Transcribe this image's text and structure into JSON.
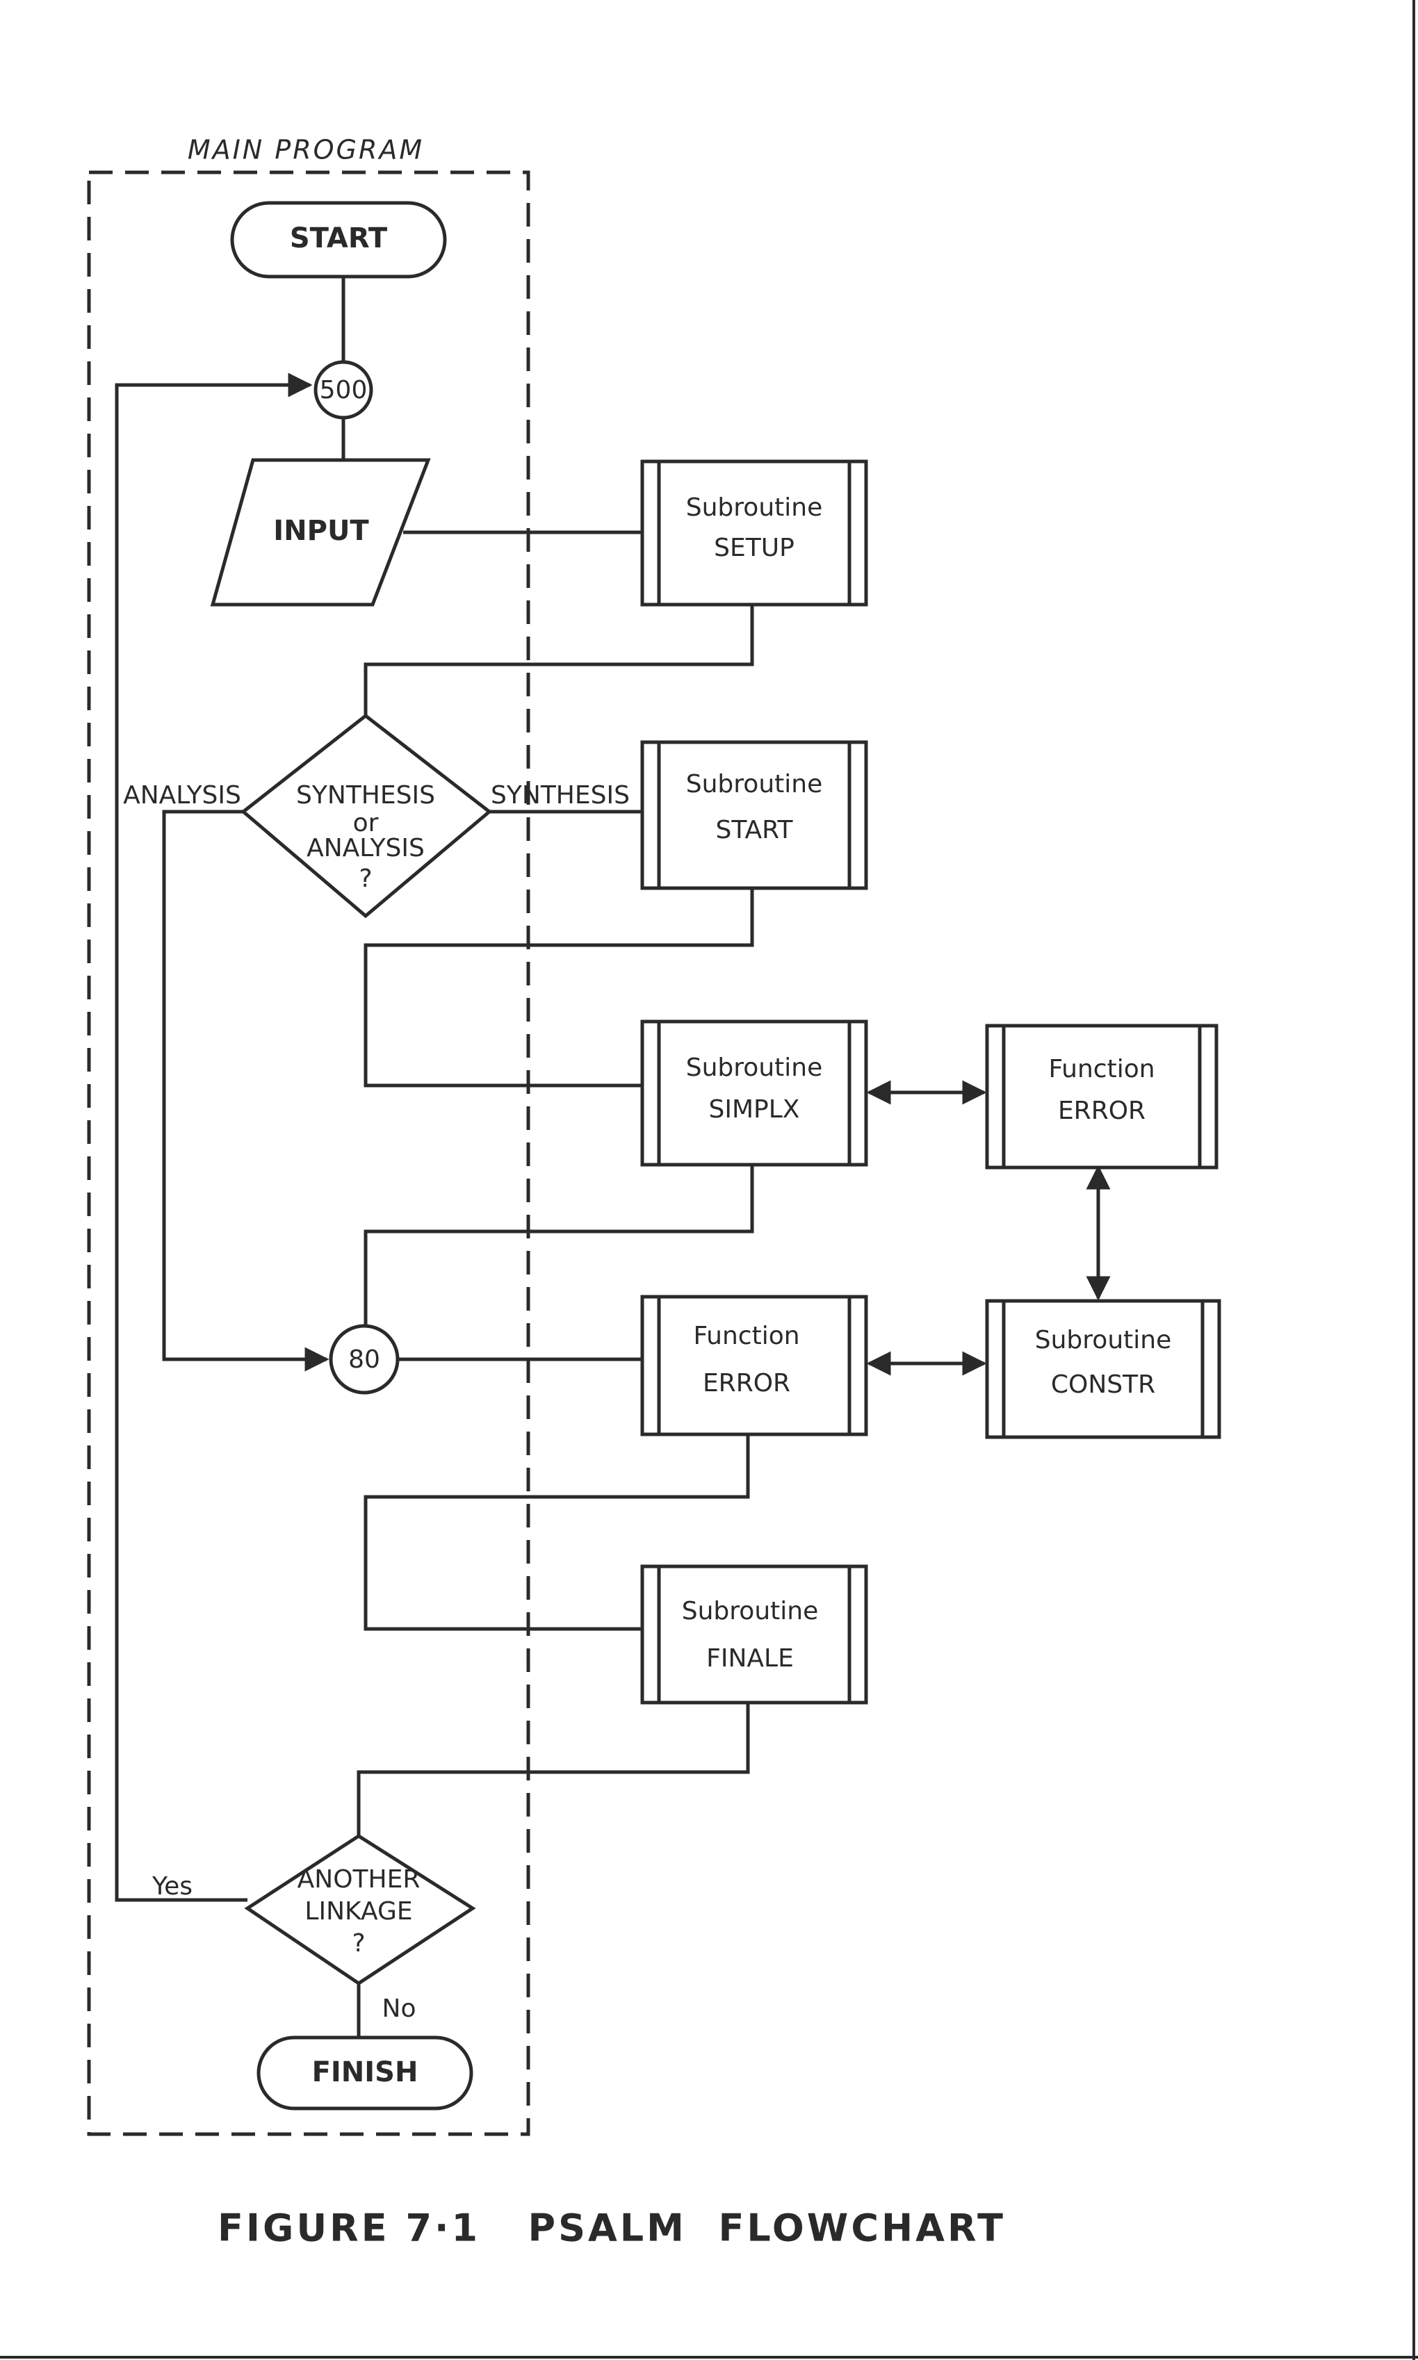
{
  "main_program_label": "MAIN PROGRAM",
  "start": "START",
  "connector_500": "500",
  "input": "INPUT",
  "decision_synthesis": {
    "line1": "SYNTHESIS",
    "line2": "or",
    "line3": "ANALYSIS",
    "line4": "?"
  },
  "label_analysis": "ANALYSIS",
  "label_synthesis": "SYNTHESIS",
  "connector_80": "80",
  "decision_another": {
    "line1": "ANOTHER",
    "line2": "LINKAGE",
    "line3": "?"
  },
  "label_yes": "Yes",
  "label_no": "No",
  "finish": "FINISH",
  "setup": {
    "line1": "Subroutine",
    "line2": "SETUP"
  },
  "sub_start": {
    "line1": "Subroutine",
    "line2": "START"
  },
  "simplx": {
    "line1": "Subroutine",
    "line2": "SIMPLX"
  },
  "error_top": {
    "line1": "Function",
    "line2": "ERROR"
  },
  "error_mid": {
    "line1": "Function",
    "line2": "ERROR"
  },
  "constr": {
    "line1": "Subroutine",
    "line2": "CONSTR"
  },
  "finale": {
    "line1": "Subroutine",
    "line2": "FINALE"
  },
  "caption": "FIGURE 7·1   PSALM  FLOWCHART"
}
